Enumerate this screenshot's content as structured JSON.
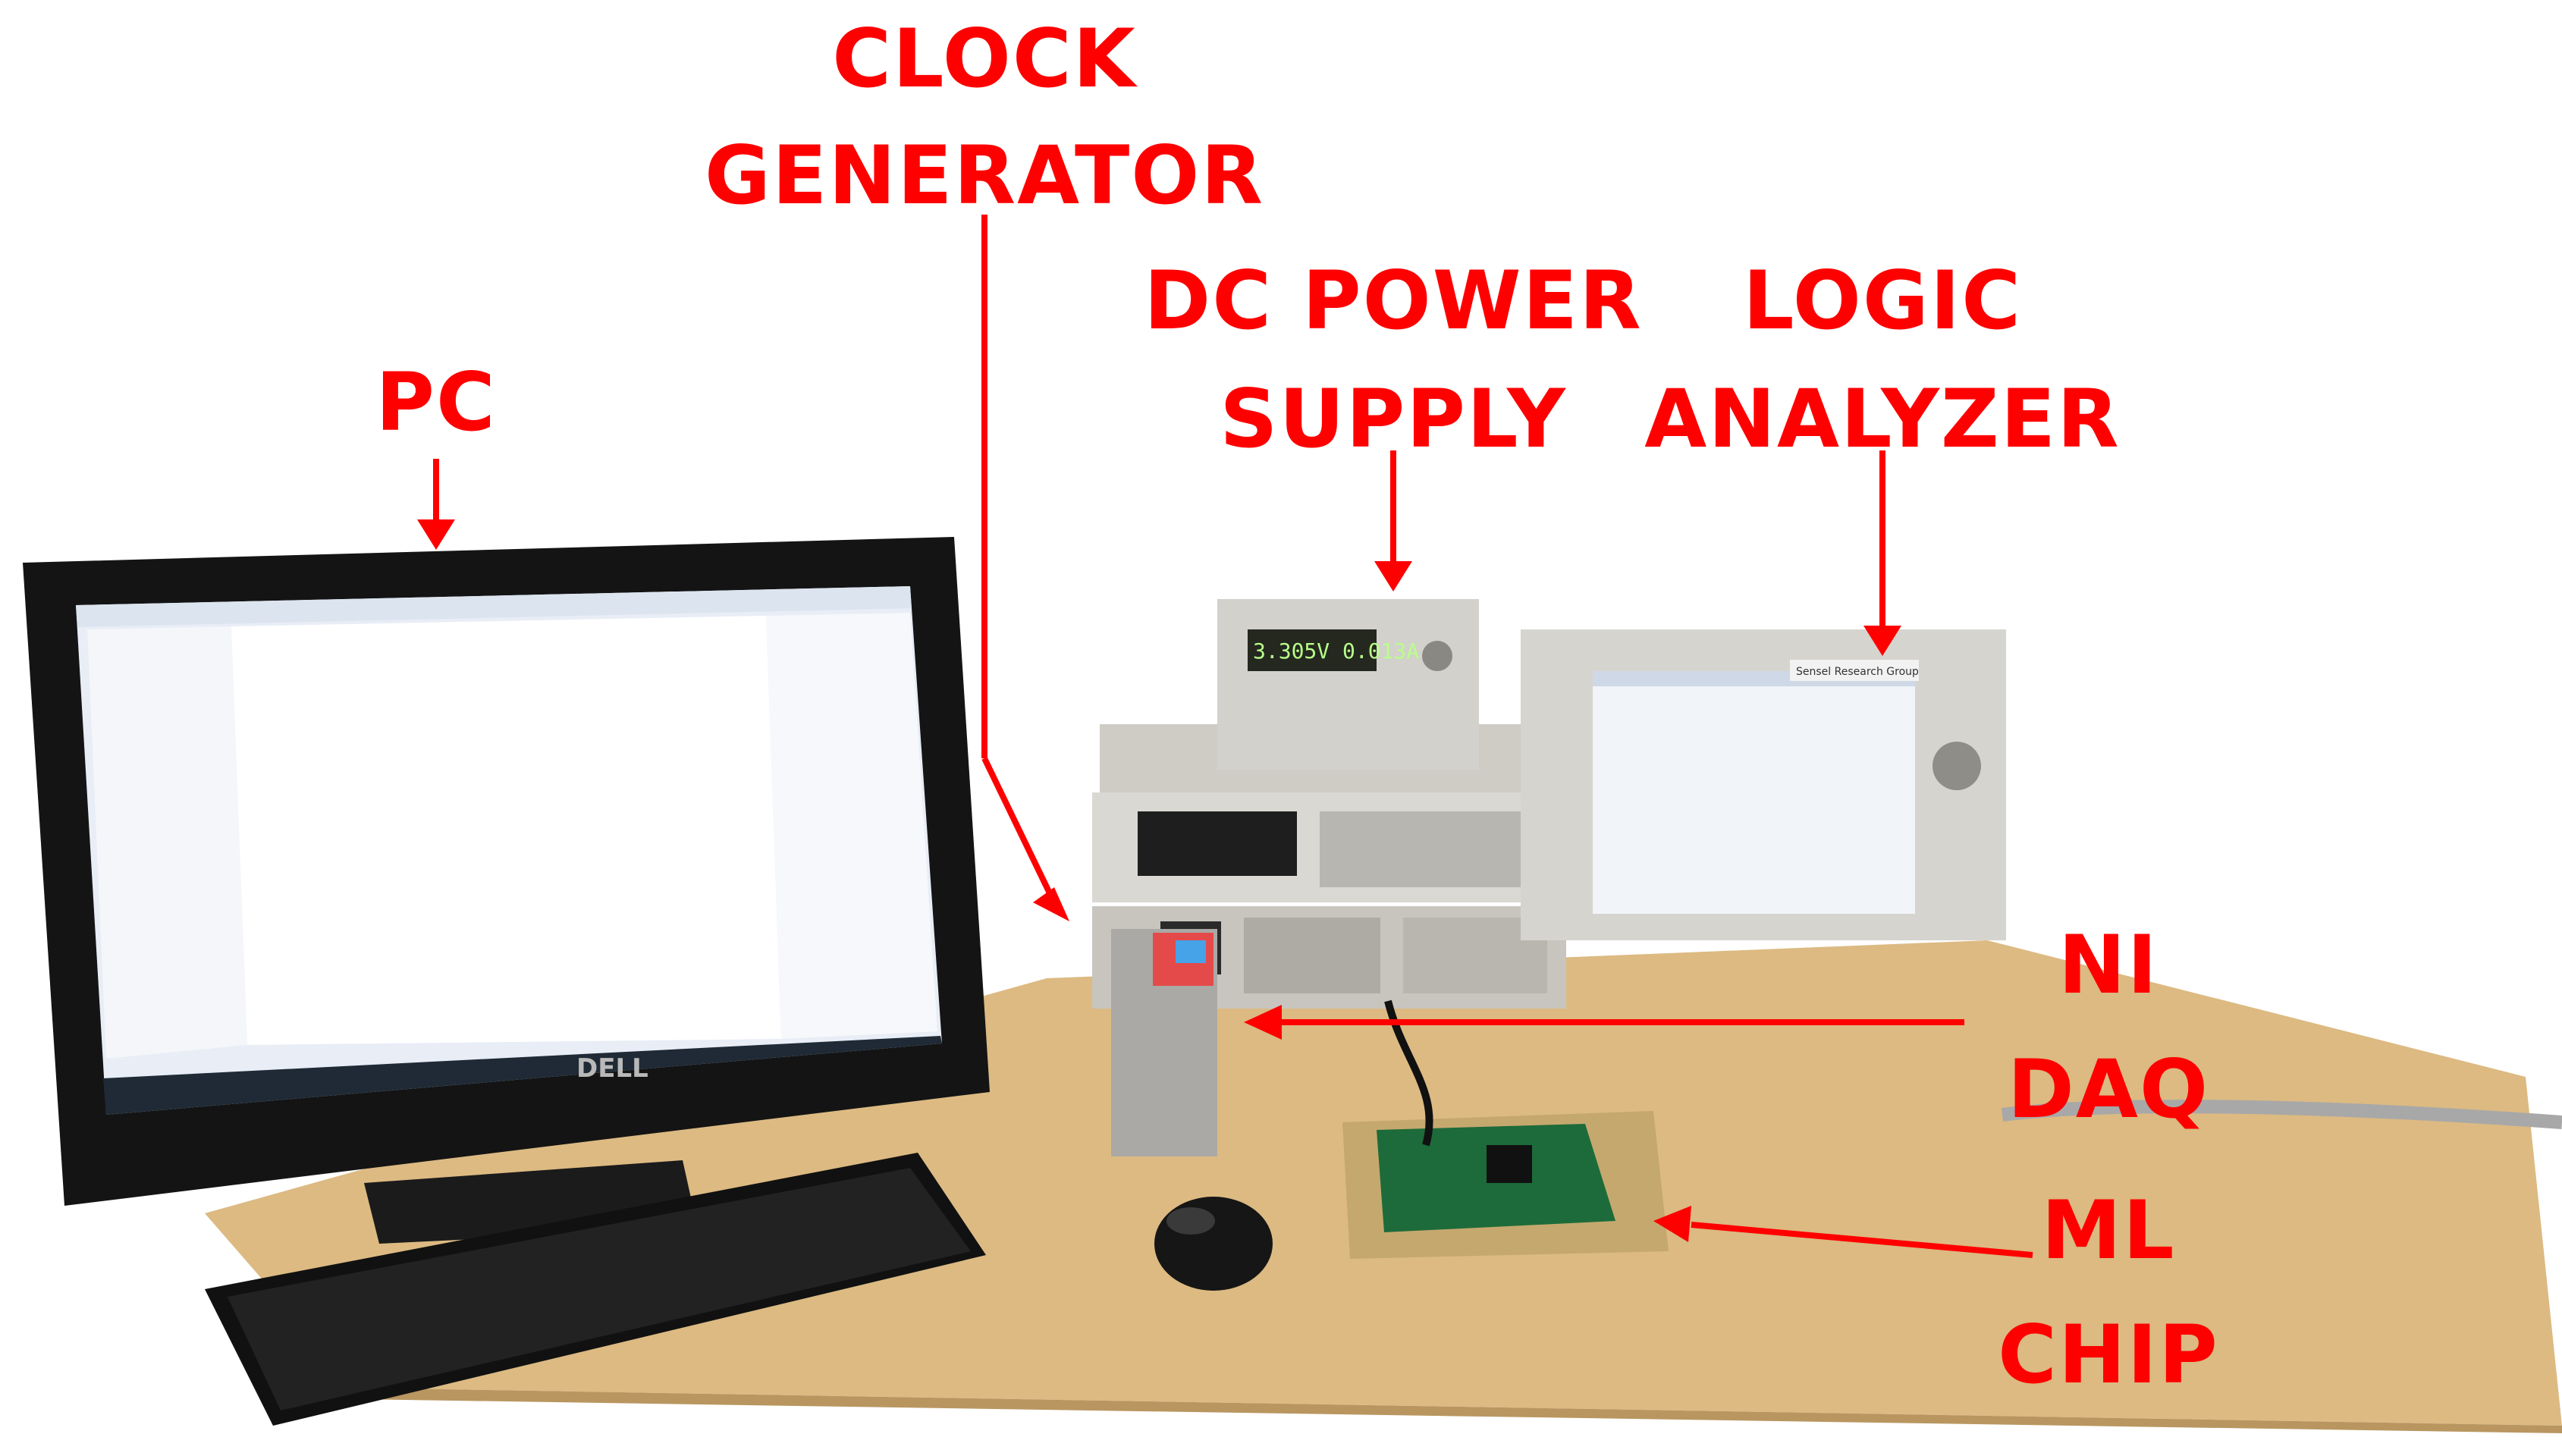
{
  "labels": {
    "clock_generator": [
      "CLOCK",
      "GENERATOR"
    ],
    "pc": "PC",
    "dc_power_supply": [
      "DC POWER",
      "SUPPLY"
    ],
    "logic_analyzer": [
      "LOGIC",
      "ANALYZER"
    ],
    "ni_daq": [
      "NI",
      "DAQ"
    ],
    "ml_chip": [
      "ML",
      "CHIP"
    ]
  },
  "device_text": {
    "monitor_brand": "DELL",
    "psu_display": "3.305V  0.013A",
    "analyzer_sticker": "Sensel Research Group"
  },
  "colors": {
    "annotation": "#ff0000",
    "desk": "#d9b77f",
    "monitor_bezel": "#141414",
    "screen": "#e9eef7",
    "instrument": "#d8d6d0",
    "pcb": "#1d6b3a"
  }
}
